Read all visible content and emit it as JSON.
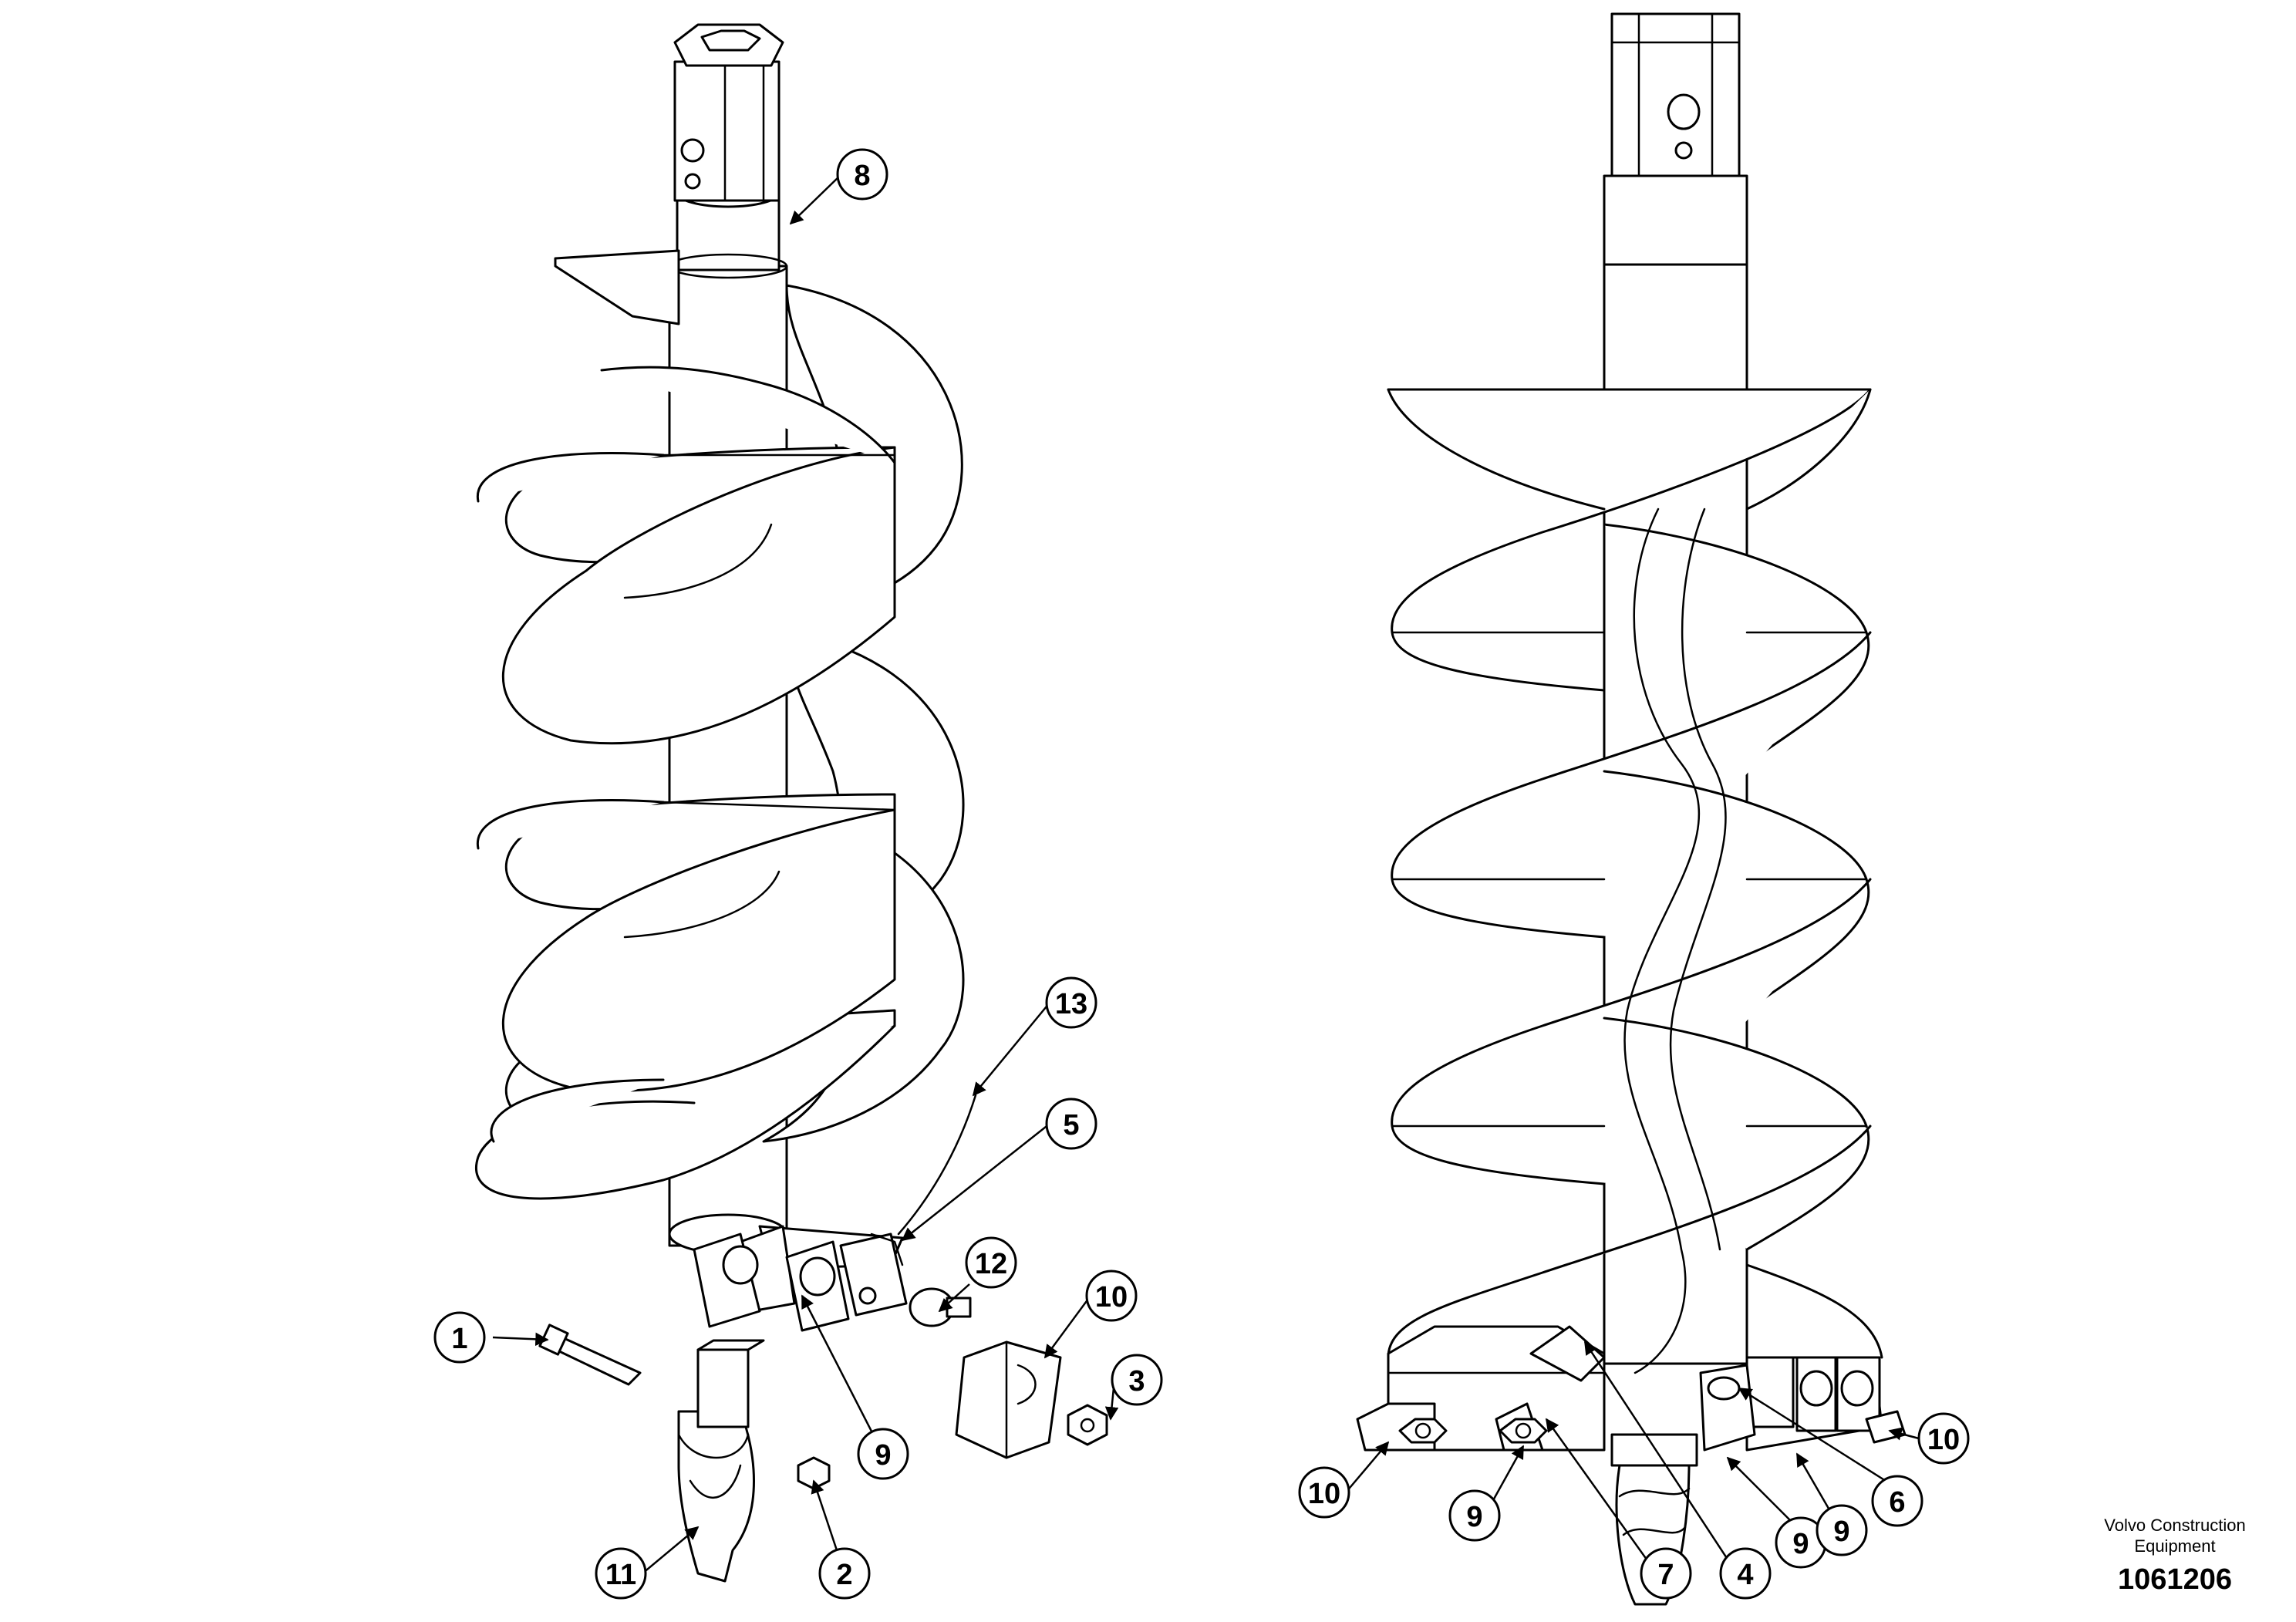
{
  "drawing": {
    "left_view": "auger-left-view",
    "right_view": "auger-right-view"
  },
  "callouts": {
    "left": [
      "8",
      "13",
      "5",
      "12",
      "10",
      "1",
      "3",
      "9",
      "2",
      "11"
    ],
    "right": [
      "10",
      "9",
      "7",
      "4",
      "9",
      "9",
      "6",
      "10"
    ]
  },
  "caption": {
    "company_line1": "Volvo Construction",
    "company_line2": "Equipment",
    "figure_number": "1061206"
  }
}
